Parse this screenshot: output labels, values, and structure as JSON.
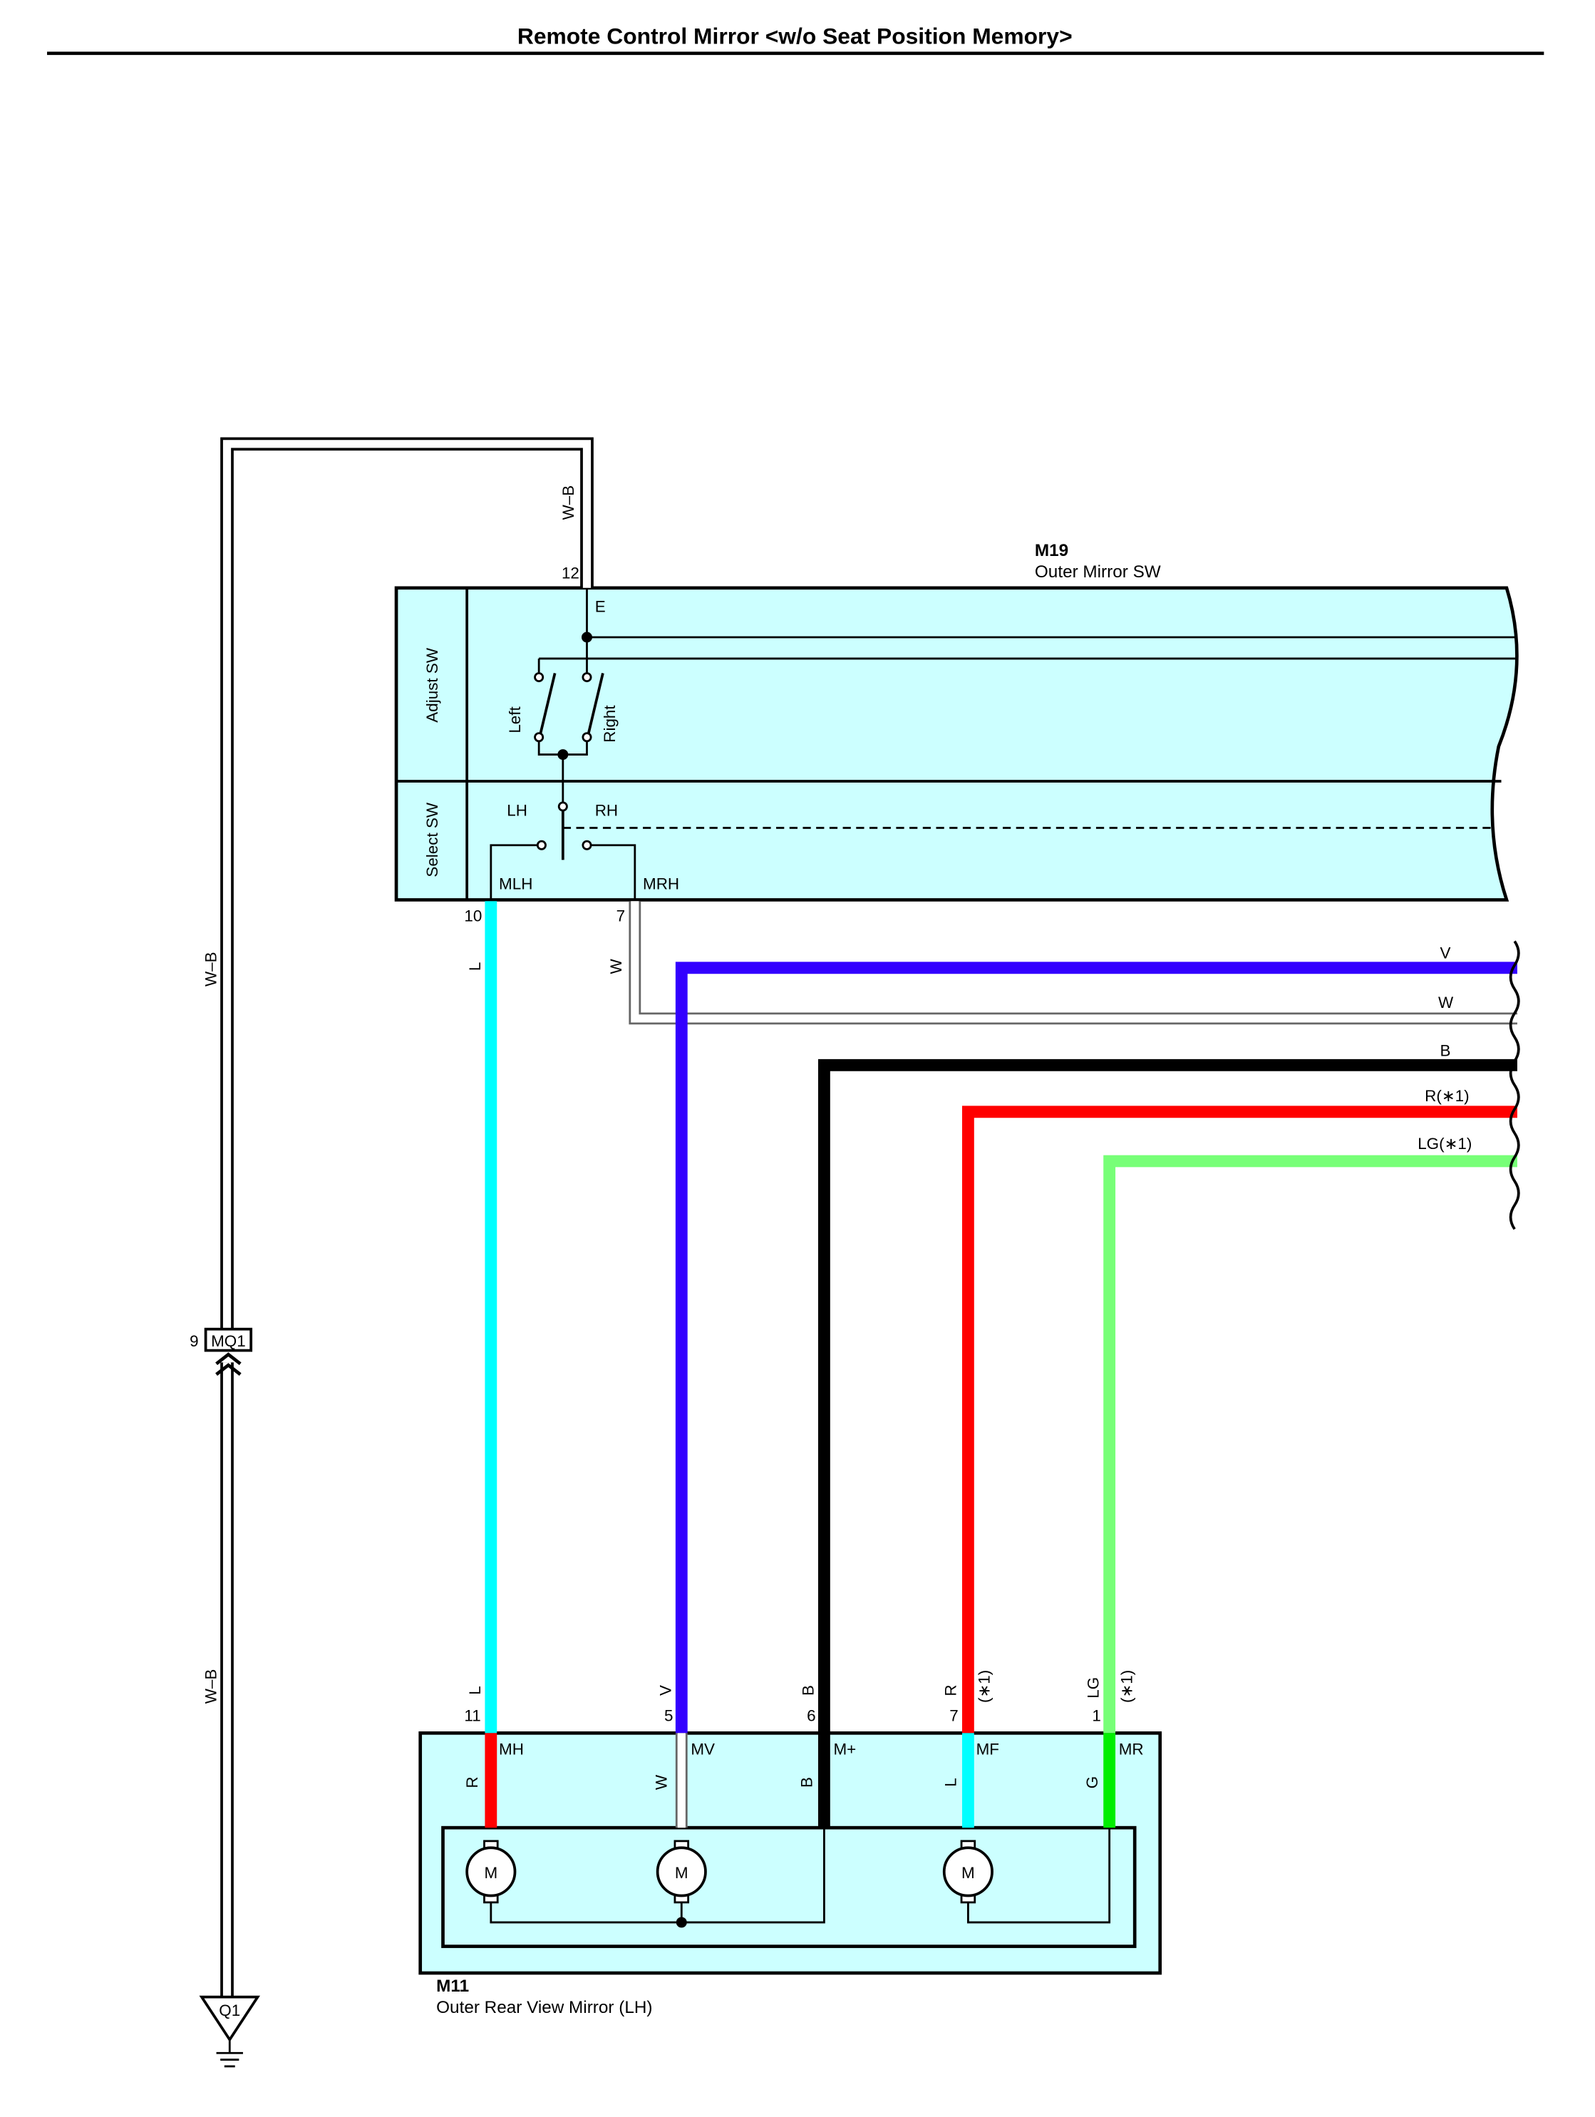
{
  "title": "Remote Control Mirror <w/o Seat Position Memory>",
  "outer_mirror_sw": {
    "connector": "M19",
    "name": "Outer Mirror SW",
    "section_adjust": "Adjust SW",
    "section_select": "Select SW",
    "switch_left": "Left",
    "switch_right": "Right",
    "terminal_e": "E",
    "terminal_lh": "LH",
    "terminal_rh": "RH",
    "terminal_mlh": "MLH",
    "terminal_mrh": "MRH",
    "pin_e": "12",
    "pin_mlh": "10",
    "pin_mrh": "7"
  },
  "outer_rear_view_mirror": {
    "connector": "M11",
    "name": "Outer Rear View Mirror (LH)",
    "motor_symbol": "M",
    "terminals": [
      {
        "pin": "11",
        "name": "MH",
        "wire_in": "L",
        "wire_inside": "R",
        "note": ""
      },
      {
        "pin": "5",
        "name": "MV",
        "wire_in": "V",
        "wire_inside": "W",
        "note": ""
      },
      {
        "pin": "6",
        "name": "M+",
        "wire_in": "B",
        "wire_inside": "B",
        "note": ""
      },
      {
        "pin": "7",
        "name": "MF",
        "wire_in": "R",
        "wire_inside": "L",
        "note": "(∗1)"
      },
      {
        "pin": "1",
        "name": "MR",
        "wire_in": "LG",
        "wire_inside": "G",
        "note": "(∗1)"
      }
    ]
  },
  "wires": {
    "ground_top": "W–B",
    "ground_left_upper": "W–B",
    "ground_left_lower": "W–B",
    "mlh_color": "L",
    "mrh_color": "W",
    "right_side": [
      "V",
      "W",
      "B",
      "R(∗1)",
      "LG(∗1)"
    ]
  },
  "junction": {
    "pin": "9",
    "name": "MQ1"
  },
  "ground_point": "Q1",
  "colors": {
    "L": "#00ffff",
    "V": "#3300ff",
    "B": "#000000",
    "R": "#ff0000",
    "LG": "#77ff77",
    "G": "#00ee00",
    "W": "#ffffff",
    "box_fill": "#ccffff"
  }
}
